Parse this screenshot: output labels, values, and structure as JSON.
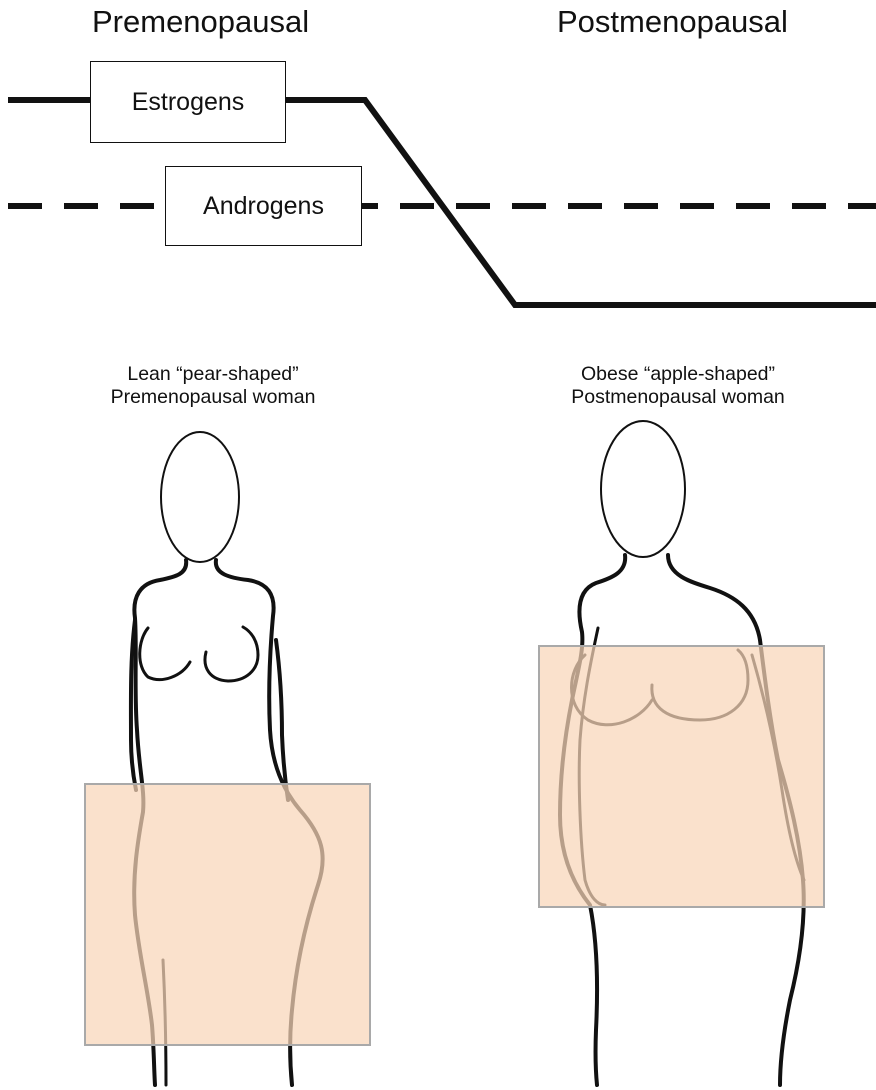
{
  "phases": {
    "premenopausal": "Premenopausal",
    "postmenopausal": "Postmenopausal"
  },
  "hormones": {
    "estrogens": "Estrogens",
    "androgens": "Androgens"
  },
  "figures": {
    "left_caption_line1": "Lean “pear-shaped”",
    "left_caption_line2": "Premenopausal woman",
    "right_caption_line1": "Obese “apple-shaped”",
    "right_caption_line2": "Postmenopausal woman"
  },
  "colors": {
    "fat_region": "#f8d5b8",
    "line": "#111111"
  }
}
